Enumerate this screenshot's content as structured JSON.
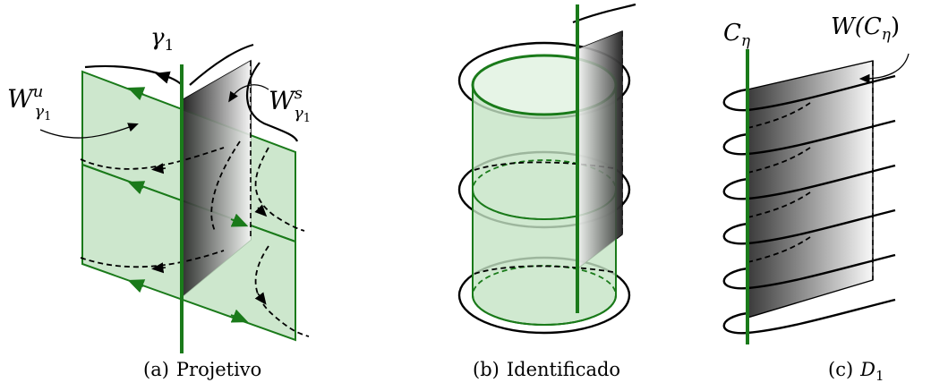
{
  "panels": [
    {
      "id": "a",
      "caption_tag": "(a)",
      "caption_text": "Projetivo",
      "labels": {
        "curve": "γ",
        "curve_sub": "1",
        "unstable_main": "W",
        "unstable_sup": "u",
        "unstable_sub": "γ",
        "unstable_subsub": "1",
        "stable_main": "W",
        "stable_sup": "s",
        "stable_sub": "γ",
        "stable_subsub": "1"
      }
    },
    {
      "id": "b",
      "caption_tag": "(b)",
      "caption_text": "Identificado"
    },
    {
      "id": "c",
      "caption_tag": "(c)",
      "caption_text": "D",
      "caption_sub": "1",
      "labels": {
        "curve": "C",
        "curve_sub": "η",
        "manifold_text": "W(C",
        "manifold_sub": "η",
        "manifold_close": ")"
      }
    }
  ],
  "colors": {
    "green_line": "#1a7a1a",
    "green_fill": "#c4e3c4",
    "dark_shade": "#2a2a2a",
    "black": "#000000"
  }
}
